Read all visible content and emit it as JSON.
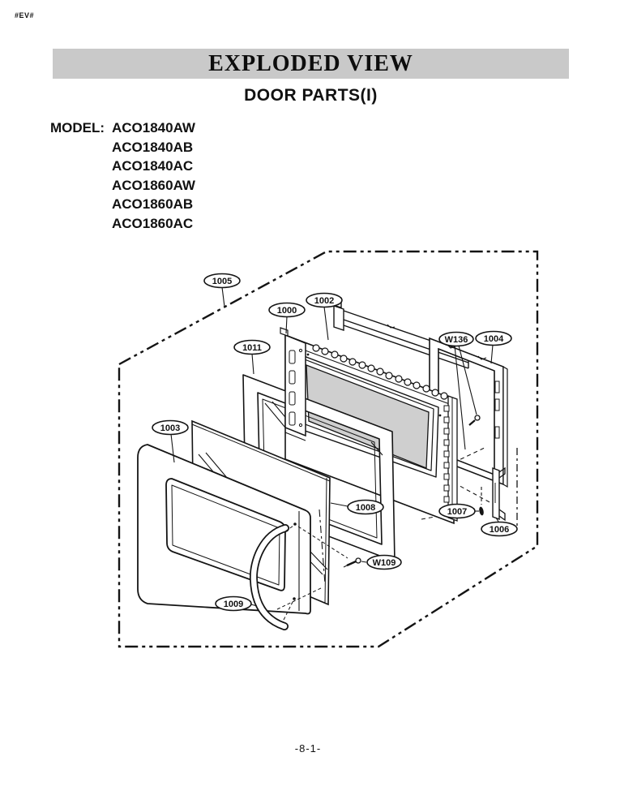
{
  "page": {
    "corner_mark": "#EV#",
    "footer_page": "-8-1-"
  },
  "header": {
    "title": "EXPLODED VIEW",
    "subtitle": "DOOR PARTS(I)"
  },
  "model_section": {
    "label": "MODEL:",
    "models": [
      "ACO1840AW",
      "ACO1840AB",
      "ACO1840AC",
      "ACO1860AW",
      "ACO1860AB",
      "ACO1860AC"
    ]
  },
  "diagram": {
    "description": "Exploded view of microwave oven door parts",
    "colors": {
      "glass": "#cfcfcf",
      "line": "#141414",
      "header_bar": "#c9c9c9"
    },
    "callouts": [
      {
        "label": "1005"
      },
      {
        "label": "1000"
      },
      {
        "label": "1002"
      },
      {
        "label": "1011"
      },
      {
        "label": "W136"
      },
      {
        "label": "1004"
      },
      {
        "label": "1003"
      },
      {
        "label": "1008"
      },
      {
        "label": "1007"
      },
      {
        "label": "1006"
      },
      {
        "label": "W109"
      },
      {
        "label": "1009"
      }
    ]
  }
}
